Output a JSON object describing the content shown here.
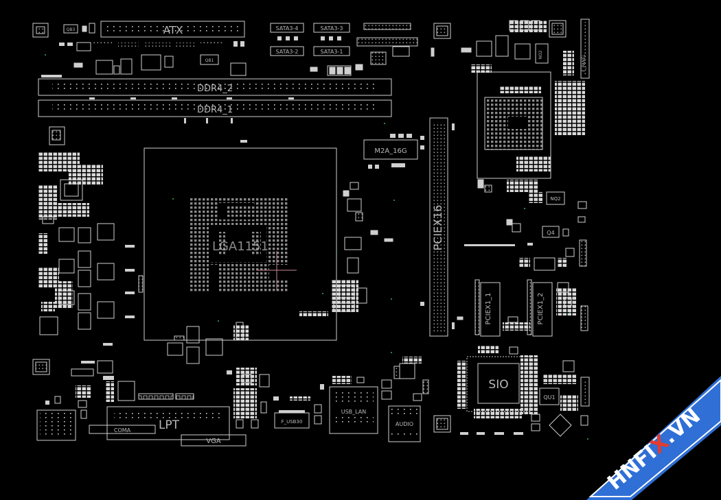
{
  "board": {
    "labels": {
      "atx": "ATX",
      "sata1": "SATA3-1",
      "sata2": "SATA3-2",
      "sata3": "SATA3-3",
      "sata4": "SATA3-4",
      "ddr4_2": "DDR4_2",
      "ddr4_1": "DDR4_1",
      "lga": "LGA1151",
      "m2": "M2A_16G",
      "pciex16": "PCIEX16",
      "pciex1_1": "PCIEX1_1",
      "pciex1_2": "PCIEX1_2",
      "sio": "SIO",
      "lpt": "LPT",
      "coma": "COMA",
      "vga": "VGA",
      "usb_lan": "USB_LAN",
      "audio": "AUDIO",
      "f_usb30": "F_USB30",
      "qu1": "QU1",
      "q4": "Q4",
      "nq2": "NQ2",
      "qb1": "QB1",
      "qb3": "QB3",
      "f_panel": "F_PANEL",
      "no2": "NO2"
    }
  },
  "watermark": {
    "text_a": "HNFI",
    "text_b": "X",
    "text_c": ".VN",
    "bg_color": "#2f6fd6",
    "x_color": "#e23b2e",
    "text_color": "#ffffff"
  },
  "colors": {
    "outline": "#cfcfcf",
    "label": "#b9b9b9",
    "marker": "#c98a97"
  }
}
